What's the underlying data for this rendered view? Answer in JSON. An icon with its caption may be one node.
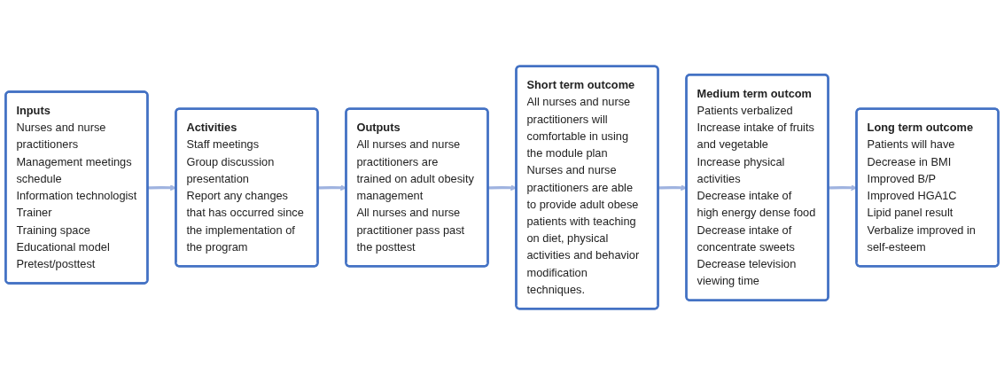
{
  "diagram": {
    "nodes": [
      {
        "text": [
          "Inputs",
          "Nurses and nurse practitioners",
          "Management meetings schedule",
          "Information technologist",
          "Trainer",
          "Training space",
          "Educational model",
          "Pretest/posttest"
        ]
      },
      {
        "text": [
          "Activities",
          "Staff meetings",
          "Group discussion",
          "presentation",
          "Report any changes that has occurred since the implementation of the program"
        ]
      },
      {
        "text": [
          "Outputs",
          "All nurses and nurse practitioners are trained on adult obesity management",
          "All nurses and nurse practitioner pass past the posttest"
        ]
      },
      {
        "text": [
          "Short term outcome",
          "All nurses and nurse practitioners will comfortable in using the module plan",
          "Nurses and nurse practitioners are able to provide adult obese patients with teaching on diet, physical activities and behavior modification techniques."
        ]
      },
      {
        "text": [
          "Medium term outcom",
          "Patients verbalized",
          "Increase intake of fruits and vegetable",
          "Increase physical activities",
          "Decrease intake of high energy dense food",
          "Decrease intake of concentrate sweets",
          "Decrease television viewing time"
        ]
      },
      {
        "text": [
          "Long term outcome",
          "Patients will have",
          "Decrease in BMI",
          "Improved B/P",
          "Improved HGA1C",
          "Lipid panel result",
          "Verbalize improved in self-esteem"
        ]
      }
    ],
    "edges": [
      {
        "from": 0,
        "to": 1,
        "arrow": "to"
      },
      {
        "from": 1,
        "to": 2,
        "arrow": "to"
      },
      {
        "from": 2,
        "to": 3,
        "arrow": "to"
      },
      {
        "from": 3,
        "to": 4,
        "arrow": "to"
      },
      {
        "from": 4,
        "to": 5,
        "arrow": "to"
      }
    ]
  }
}
